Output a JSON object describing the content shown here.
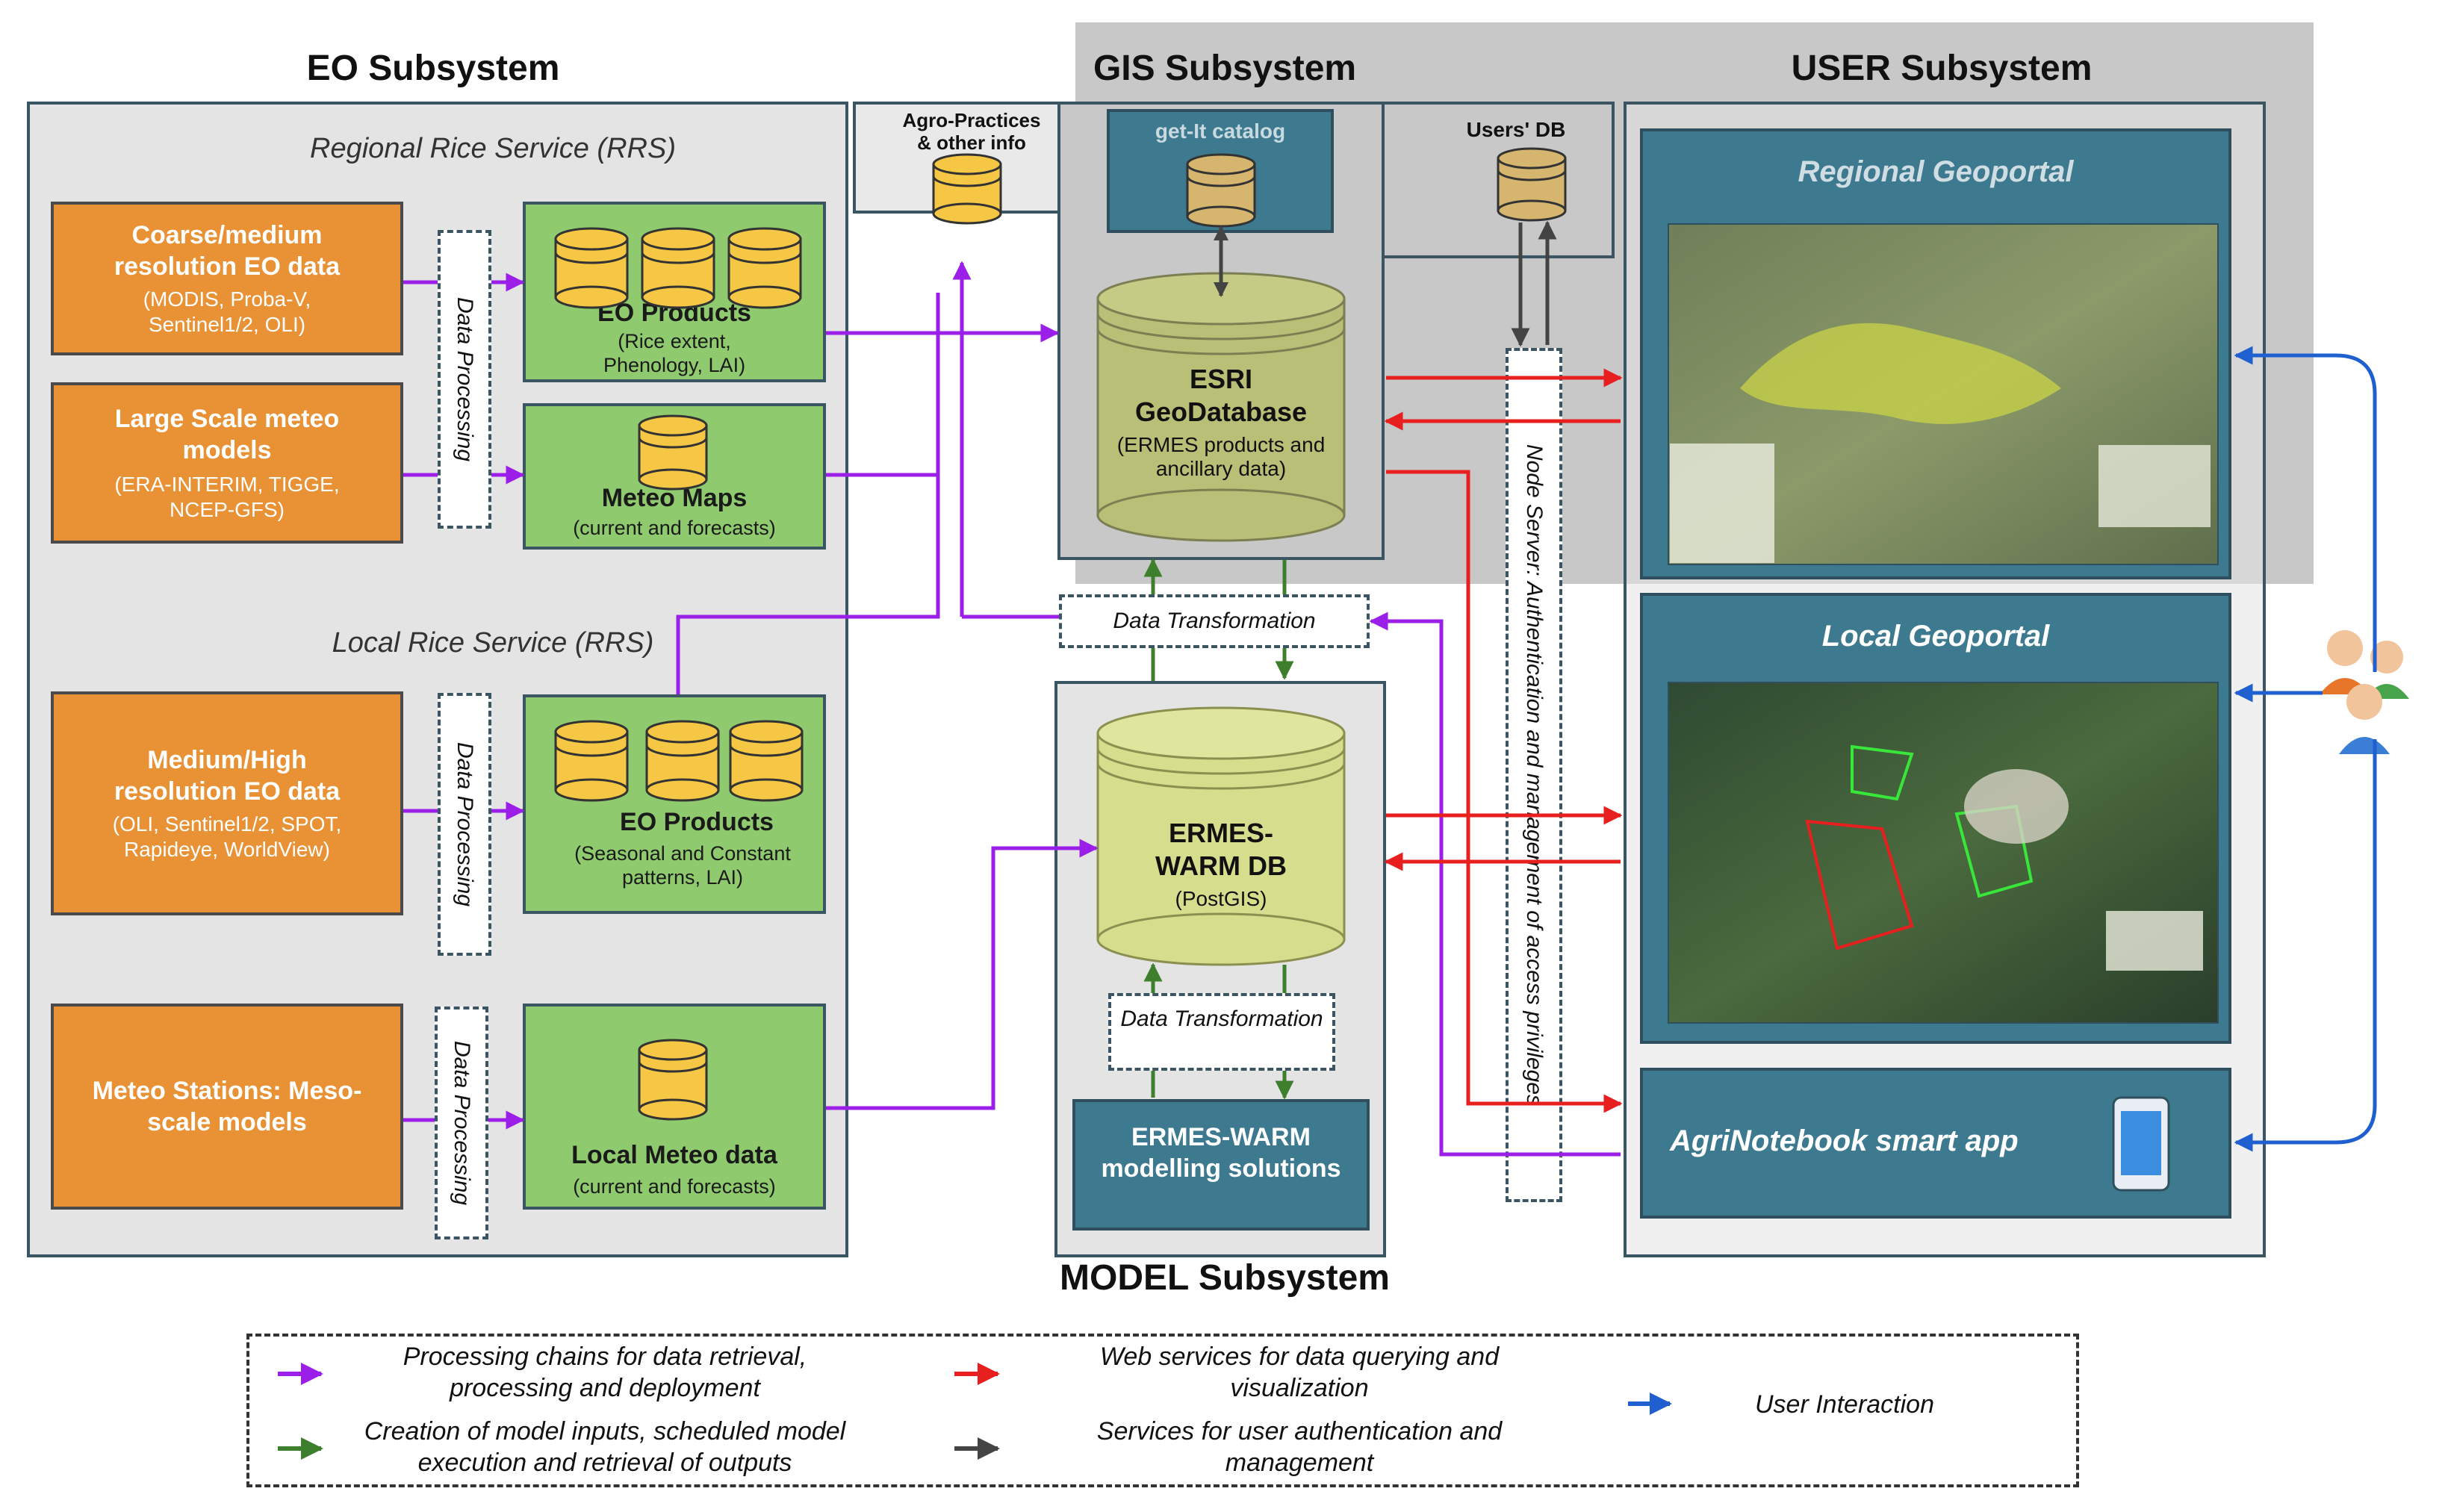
{
  "subsystems": {
    "eo": "EO Subsystem",
    "gis": "GIS Subsystem",
    "user": "USER Subsystem",
    "model": "MODEL Subsystem"
  },
  "eo": {
    "regional_title": "Regional Rice Service (RRS)",
    "local_title": "Local Rice Service (RRS)",
    "data_processing": "Data Processing",
    "coarse": {
      "title": "Coarse/medium resolution EO data",
      "sub": "(MODIS, Proba-V, Sentinel1/2, OLI)"
    },
    "meteo_models": {
      "title": "Large Scale meteo models",
      "sub": "(ERA-INTERIM, TIGGE, NCEP-GFS)"
    },
    "medium_high": {
      "title": "Medium/High resolution EO data",
      "sub": "(OLI, Sentinel1/2, SPOT, Rapideye, WorldView)"
    },
    "stations": {
      "title": "Meteo Stations: Meso-scale models"
    },
    "eo_products_regional": {
      "title": "EO Products",
      "sub": "(Rice extent, Phenology, LAI)"
    },
    "meteo_maps": {
      "title": "Meteo Maps",
      "sub": "(current and forecasts)"
    },
    "eo_products_local": {
      "title": "EO Products",
      "sub": "(Seasonal and Constant patterns, LAI)"
    },
    "local_meteo": {
      "title": "Local Meteo data",
      "sub": "(current and forecasts)"
    }
  },
  "gis": {
    "agro": "Agro-Practices & other info",
    "getit": "get-It catalog",
    "users_db": "Users' DB",
    "esri_title": "ESRI GeoDatabase",
    "esri_sub": "(ERMES products and ancillary data)",
    "data_transformation": "Data Transformation",
    "node_server": "Node Server: Authentication and management of access privileges"
  },
  "model": {
    "db_title": "ERMES-WARM DB",
    "db_sub": "(PostGIS)",
    "data_transformation": "Data Transformation",
    "modelling": "ERMES-WARM modelling solutions"
  },
  "user": {
    "regional_geoportal": "Regional Geoportal",
    "local_geoportal": "Local Geoportal",
    "agrinotebook": "AgriNotebook smart app"
  },
  "legend": [
    {
      "color": "#9b1fe8",
      "text": "Processing chains for data retrieval, processing and deployment"
    },
    {
      "color": "#e81f1f",
      "text": "Web services for data querying and visualization"
    },
    {
      "color": "#1f5fd0",
      "text": "User Interaction"
    },
    {
      "color": "#3d7f2c",
      "text": "Creation of model inputs, scheduled model execution and retrieval of outputs"
    },
    {
      "color": "#444444",
      "text": "Services for user authentication and management"
    }
  ]
}
